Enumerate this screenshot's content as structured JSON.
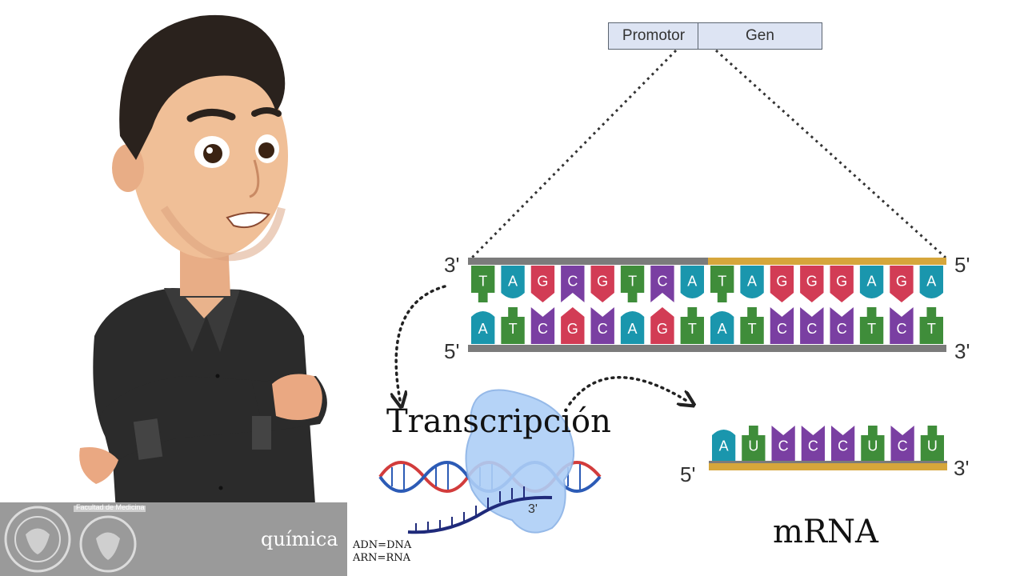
{
  "gene_map": {
    "promoter_label": "Promotor",
    "gene_label": "Gen"
  },
  "dna": {
    "top_strand": [
      "T",
      "A",
      "G",
      "C",
      "G",
      "T",
      "C",
      "A",
      "T",
      "A",
      "G",
      "G",
      "G",
      "A",
      "G",
      "A"
    ],
    "bottom_strand": [
      "A",
      "T",
      "C",
      "G",
      "C",
      "A",
      "G",
      "T",
      "A",
      "T",
      "C",
      "C",
      "C",
      "T",
      "C",
      "T"
    ],
    "top_left_end": "3'",
    "top_right_end": "5'",
    "bottom_left_end": "5'",
    "bottom_right_end": "3'"
  },
  "mrna": {
    "bases": [
      "A",
      "U",
      "C",
      "C",
      "C",
      "U",
      "C",
      "U"
    ],
    "left_end": "5'",
    "right_end": "3'",
    "label": "mRNA"
  },
  "process": {
    "label": "Transcripción",
    "strand_end": "3'"
  },
  "footer": {
    "department_text": "química",
    "faculty_text": "Facultad de Medicina"
  },
  "legend": {
    "line1": "ADN=DNA",
    "line2": "ARN=RNA"
  },
  "colors": {
    "A": "#1a96ad",
    "T": "#3f8d3a",
    "U": "#3f8d3a",
    "G": "#d23c55",
    "C": "#7a3fa2",
    "backbone": "#7b7b7b",
    "promoter_bar": "#d6a63b",
    "polymerase": "#aecff7"
  }
}
